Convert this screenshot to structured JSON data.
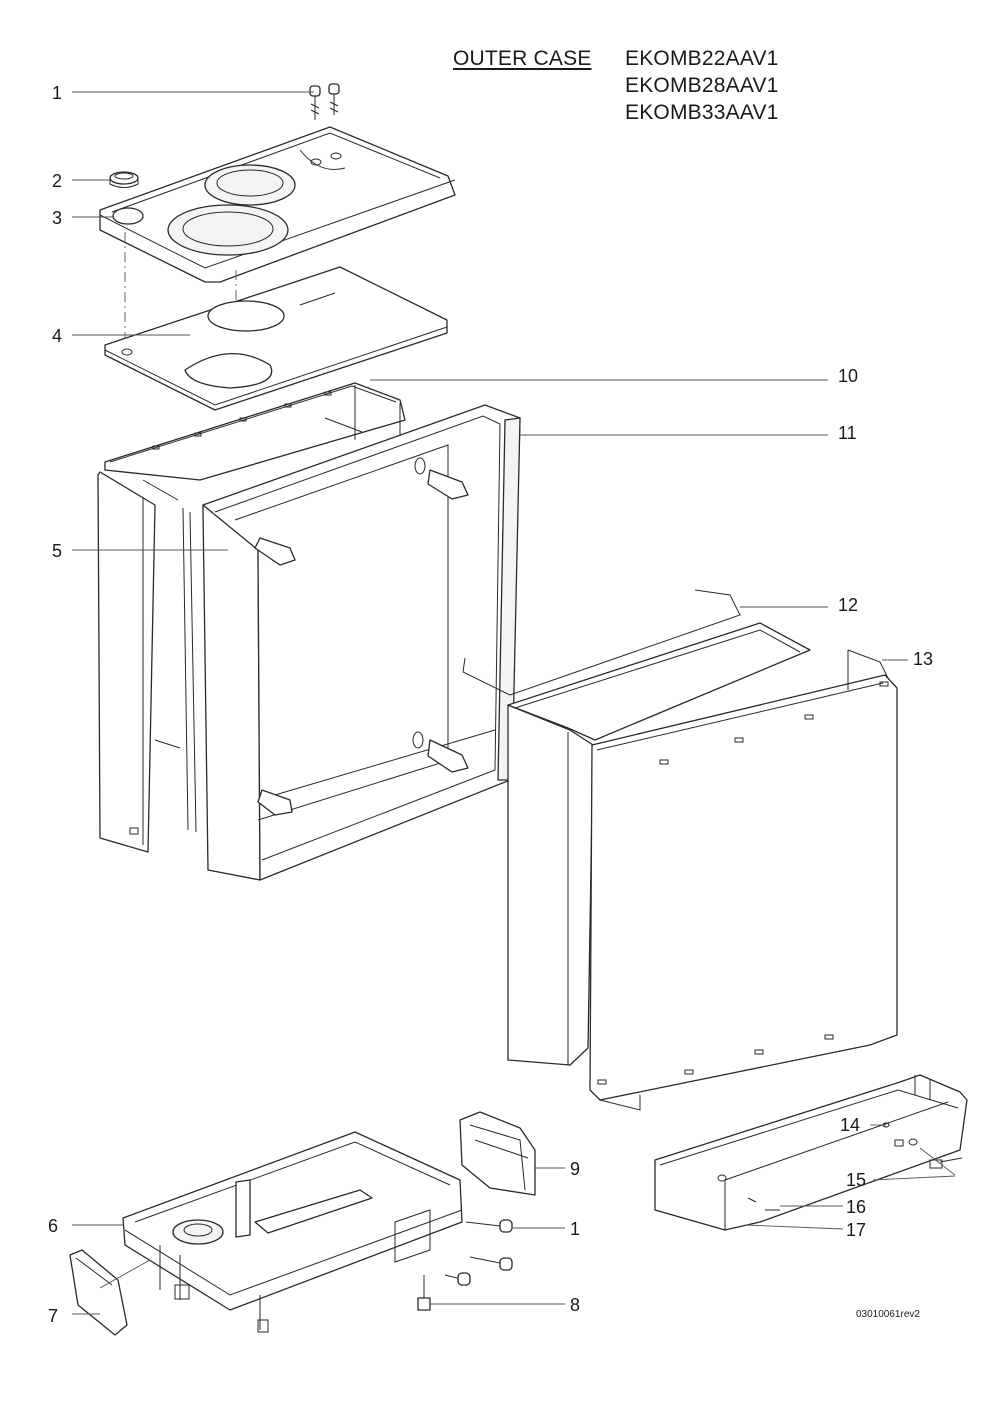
{
  "header": {
    "section_title": "OUTER CASE",
    "models": [
      "EKOMB22AAV1",
      "EKOMB28AAV1",
      "EKOMB33AAV1"
    ]
  },
  "callouts": [
    {
      "id": "c1a",
      "label": "1"
    },
    {
      "id": "c2",
      "label": "2"
    },
    {
      "id": "c3",
      "label": "3"
    },
    {
      "id": "c4",
      "label": "4"
    },
    {
      "id": "c5",
      "label": "5"
    },
    {
      "id": "c10",
      "label": "10"
    },
    {
      "id": "c11",
      "label": "11"
    },
    {
      "id": "c12",
      "label": "12"
    },
    {
      "id": "c13",
      "label": "13"
    },
    {
      "id": "c6",
      "label": "6"
    },
    {
      "id": "c7",
      "label": "7"
    },
    {
      "id": "c9",
      "label": "9"
    },
    {
      "id": "c1b",
      "label": "1"
    },
    {
      "id": "c8",
      "label": "8"
    },
    {
      "id": "c14",
      "label": "14"
    },
    {
      "id": "c15",
      "label": "15"
    },
    {
      "id": "c16",
      "label": "16"
    },
    {
      "id": "c17",
      "label": "17"
    }
  ],
  "footer": {
    "reference_code": "03010061rev2"
  }
}
